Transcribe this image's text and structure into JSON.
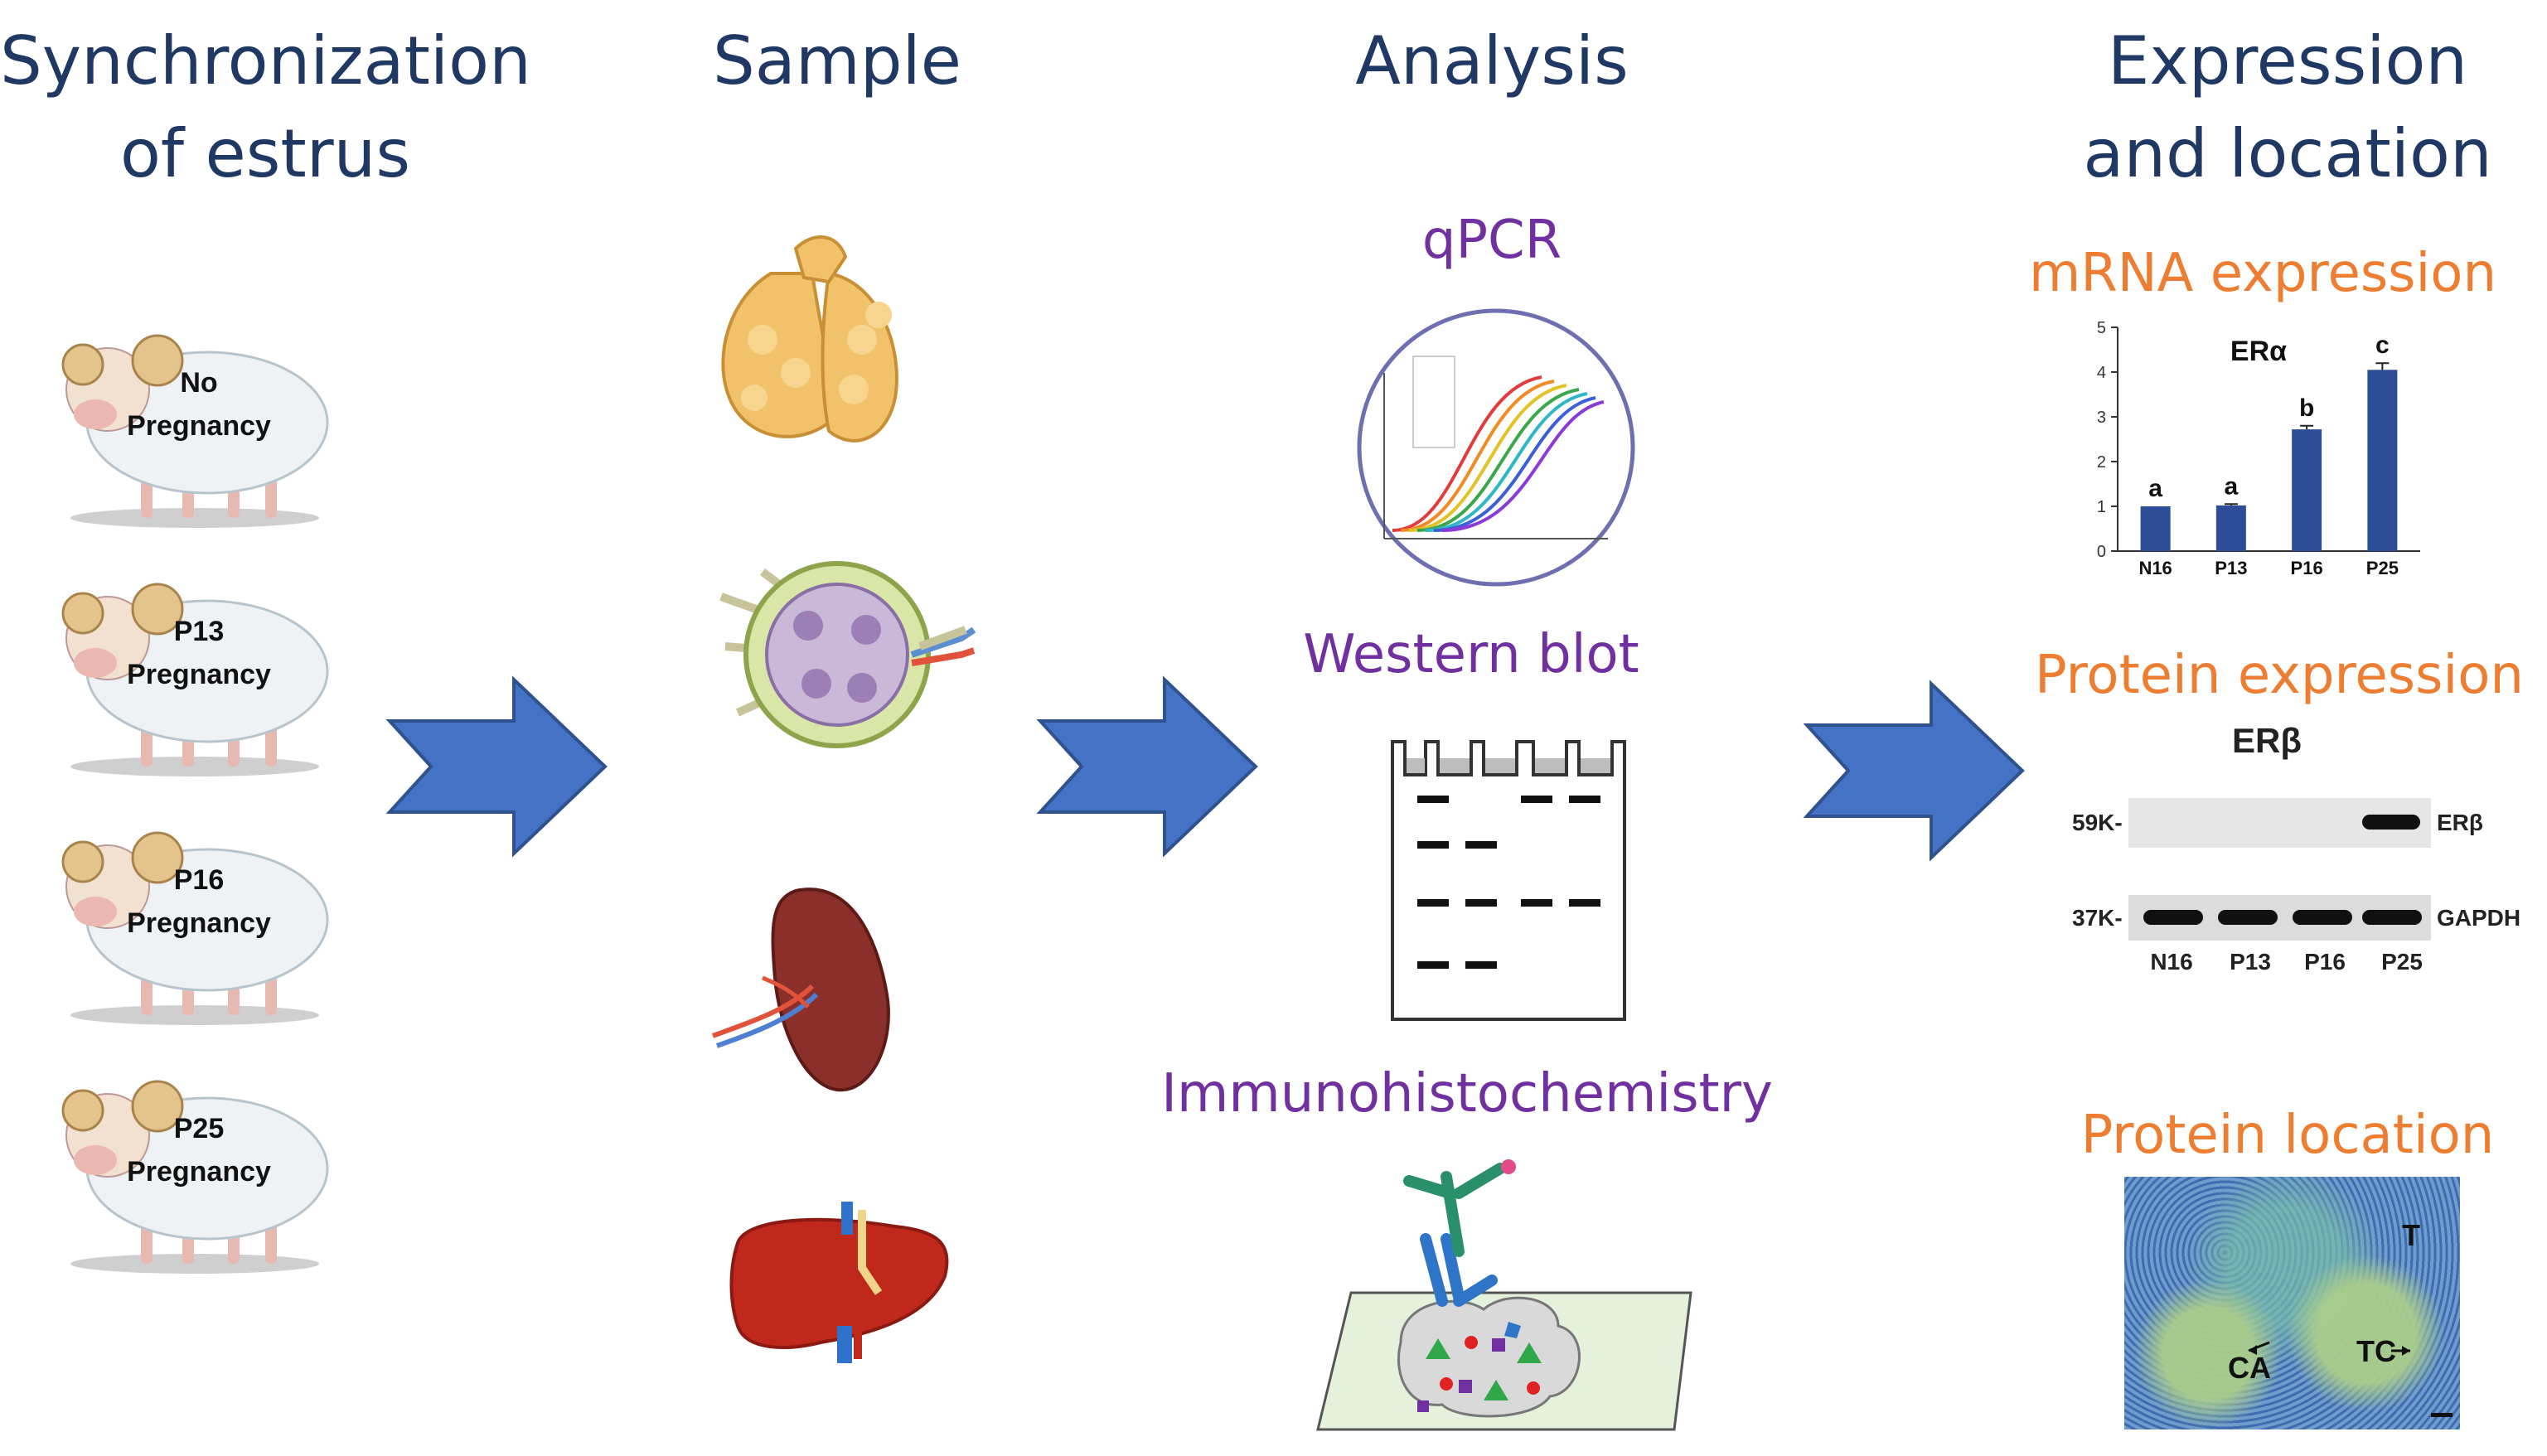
{
  "columns": {
    "sync": {
      "line1": "Synchronization",
      "line2": "of estrus"
    },
    "sample": {
      "title": "Sample"
    },
    "analysis": {
      "title": "Analysis"
    },
    "expression": {
      "line1": "Expression",
      "line2": "and location"
    }
  },
  "sheep": [
    {
      "line1": "No",
      "line2": "Pregnancy"
    },
    {
      "line1": "P13",
      "line2": "Pregnancy"
    },
    {
      "line1": "P16",
      "line2": "Pregnancy"
    },
    {
      "line1": "P25",
      "line2": "Pregnancy"
    }
  ],
  "analysis_methods": {
    "qpcr": "qPCR",
    "western": "Western blot",
    "ihc": "Immunohistochemistry"
  },
  "results": {
    "mrna_title": "mRNA expression",
    "protein_title": "Protein expression",
    "location_title": "Protein location"
  },
  "chart_data": {
    "type": "bar",
    "title": "ERα",
    "categories": [
      "N16",
      "P13",
      "P16",
      "P25"
    ],
    "values": [
      1.0,
      1.02,
      2.72,
      4.05
    ],
    "errors": [
      0.0,
      0.03,
      0.08,
      0.15
    ],
    "significance_letters": [
      "a",
      "a",
      "b",
      "c"
    ],
    "ylim": [
      0,
      5
    ],
    "yticks": [
      "0",
      "1",
      "2",
      "3",
      "4",
      "5"
    ],
    "bar_color": "#2e4d99"
  },
  "western": {
    "title": "ERβ",
    "rows": [
      {
        "marker": "59K-",
        "protein": "ERβ"
      },
      {
        "marker": "37K-",
        "protein": "GAPDH"
      }
    ],
    "lanes": [
      "N16",
      "P13",
      "P16",
      "P25"
    ]
  },
  "micrograph": {
    "labels": {
      "t": "T",
      "ca": "CA",
      "tc": "TC"
    }
  },
  "colors": {
    "heading": "#1f3864",
    "method": "#7030a0",
    "result": "#ed7d31",
    "arrow": "#4472c4"
  },
  "icons": {
    "arrows": [
      "arrow-right-icon",
      "arrow-right-icon",
      "arrow-right-icon"
    ],
    "samples": [
      "thymus-icon",
      "lymph-node-icon",
      "spleen-icon",
      "liver-icon"
    ],
    "analysis": [
      "qpcr-curve-icon",
      "gel-icon",
      "antibody-icon"
    ]
  }
}
